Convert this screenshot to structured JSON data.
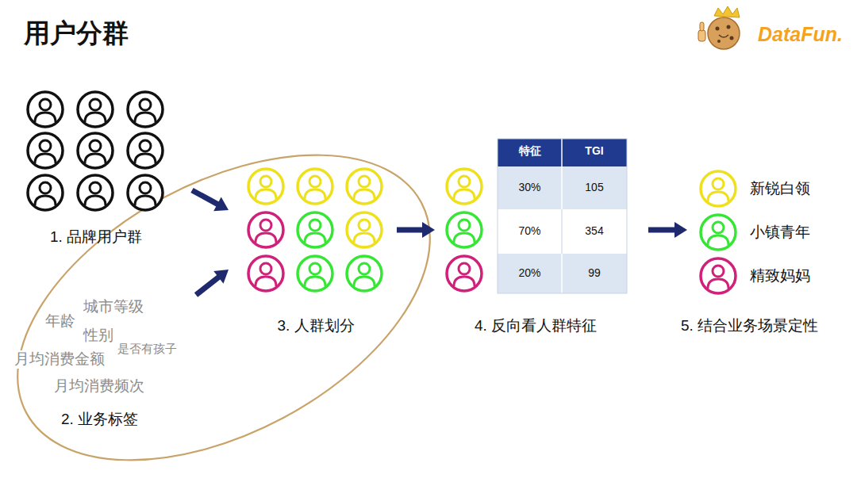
{
  "diagram": {
    "title": "用户分群",
    "nodes": [
      {
        "text": [
          "1. 品牌用户群"
        ]
      },
      {
        "text": [
          "城市等级",
          "年龄",
          "性别",
          "是否有孩子",
          "月均消费金额",
          "月均消费频次",
          "2. 业务标签"
        ]
      },
      {
        "text": [
          "3. 人群划分"
        ]
      },
      {
        "text": [
          "4. 反向看人群特征"
        ]
      },
      {
        "text": [
          "新锐白领",
          "小镇青年",
          "精致妈妈",
          "5. 结合业务场景定性"
        ]
      }
    ],
    "edges": [
      {
        "from": 0,
        "to": 2,
        "arrow": "to"
      },
      {
        "from": 1,
        "to": 2,
        "arrow": "to"
      },
      {
        "from": 2,
        "to": 3,
        "arrow": "to"
      },
      {
        "from": 3,
        "to": 4,
        "arrow": "to"
      }
    ],
    "labels": [
      "DataFun.",
      "特征",
      "TGI",
      "30%",
      "105",
      "70%",
      "354",
      "20%",
      "99"
    ]
  }
}
